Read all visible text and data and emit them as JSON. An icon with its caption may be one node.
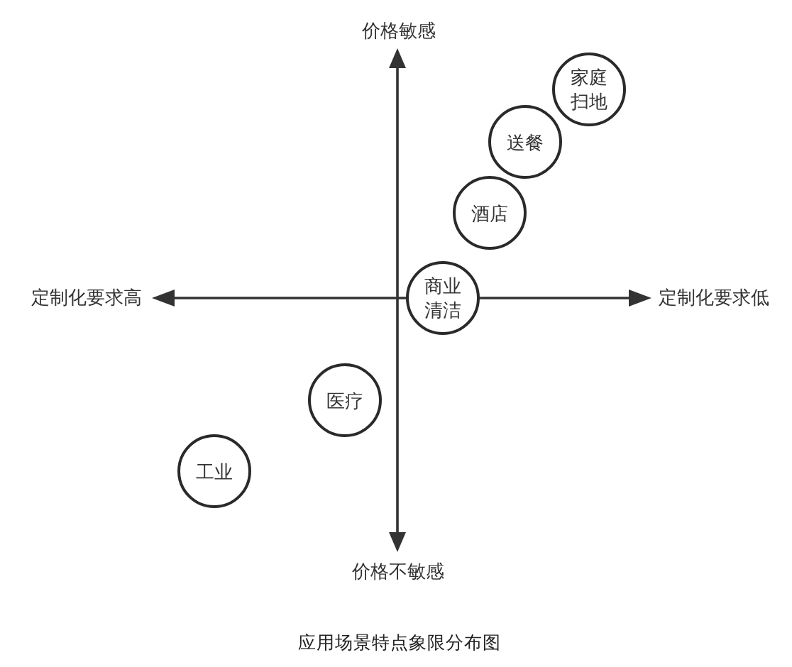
{
  "diagram": {
    "caption": "应用场景特点象限分布图",
    "nodes": [
      {
        "text": [
          "家庭扫地"
        ]
      },
      {
        "text": [
          "送餐"
        ]
      },
      {
        "text": [
          "酒店"
        ]
      },
      {
        "text": [
          "商业清洁"
        ]
      },
      {
        "text": [
          "医疗"
        ]
      },
      {
        "text": [
          "工业"
        ]
      }
    ],
    "labels": [
      "价格敏感",
      "定制化要求高",
      "定制化要求低",
      "价格不敏感"
    ]
  }
}
